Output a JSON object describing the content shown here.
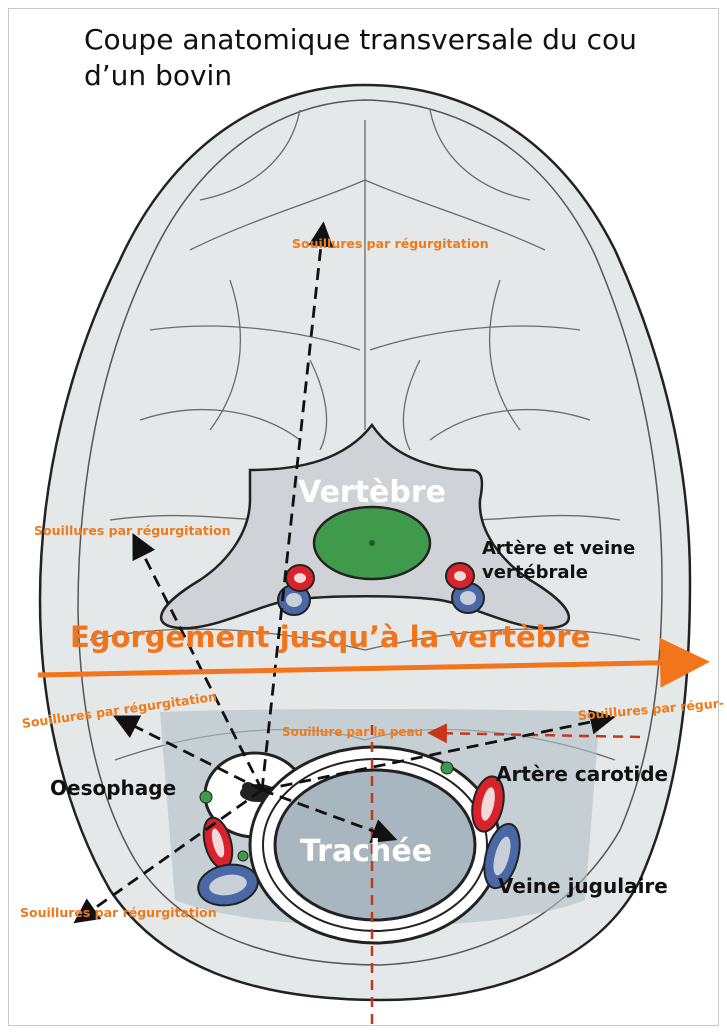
{
  "title": {
    "line1": "Coupe anatomique transversale du cou",
    "line2": "d’un bovin"
  },
  "labels": {
    "regurg_top": "Souillures par régurgitation",
    "regurg_left": "Souillures par régurgitation",
    "regurg_mid": "Souillures par régurgitation",
    "regurg_bottom": "Souillures par régurgitation",
    "regurg_right": "Souillures par régur-",
    "skin": "Souillure par la peau",
    "vertebra": "Vertèbre",
    "vert_artery_1": "Artère et veine",
    "vert_artery_2": "vertébrale",
    "cut": "Egorgement jusqu’à la vertèbre",
    "oesophagus": "Oesophage",
    "carotid": "Artère carotide",
    "trachea": "Trachée",
    "jugular": "Veine jugulaire"
  },
  "colors": {
    "orange": "#ee7a1c",
    "tissue": "#e3e7e7",
    "bone": "#cfd2d6",
    "cord": "#3f9a4c",
    "artery": "#d9232c",
    "vein": "#4a67a6",
    "airway": "#a8b6bf"
  }
}
